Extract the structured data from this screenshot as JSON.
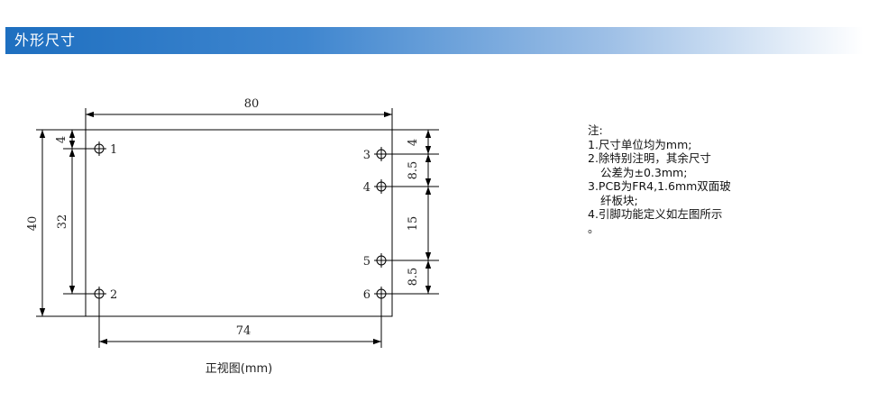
{
  "header": {
    "title": "外形尺寸"
  },
  "drawing": {
    "dimensions": {
      "width": "80",
      "height": "40",
      "hole_span_left": "32",
      "top_offset_left": "4",
      "top_offset_right": "4",
      "pitch_3_4": "8.5",
      "pitch_4_5": "15",
      "pitch_5_6": "8.5",
      "hole_span_horizontal": "74"
    },
    "pins": {
      "p1": "1",
      "p2": "2",
      "p3": "3",
      "p4": "4",
      "p5": "5",
      "p6": "6"
    },
    "caption": "正视图(mm)"
  },
  "notes": {
    "title": "注:",
    "lines": [
      "1.尺寸单位均为mm;",
      "2.除特别注明，其余尺寸",
      "公差为±0.3mm;",
      "3.PCB为FR4,1.6mm双面玻",
      "纤板块;",
      "4.引脚功能定义如左图所示",
      "。"
    ]
  },
  "colors": {
    "header_start": "#1e6fc0",
    "header_end": "#ffffff",
    "line": "#000000"
  }
}
